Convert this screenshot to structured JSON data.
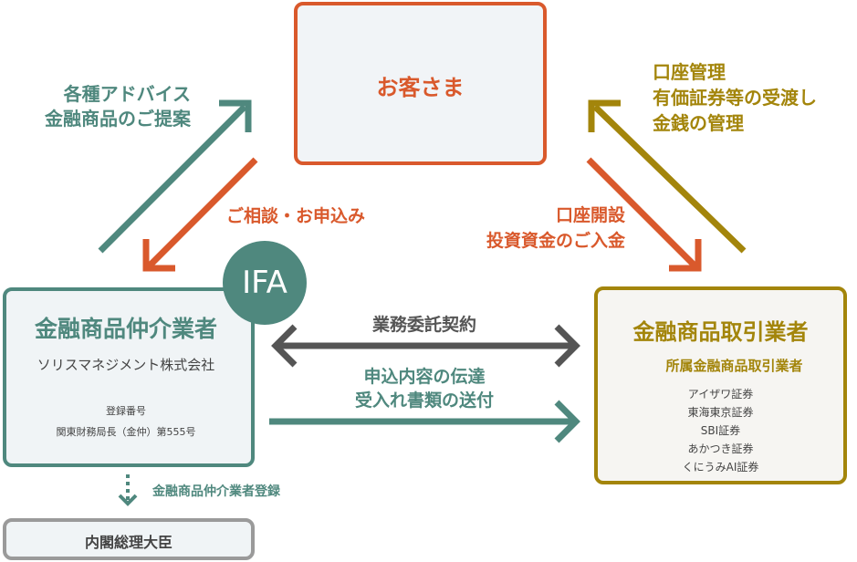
{
  "colors": {
    "teal": "#4f887e",
    "orange": "#d9592c",
    "olive": "#a3850b",
    "gray": "#555555"
  },
  "customer": {
    "title": "お客さま"
  },
  "ifa_box": {
    "badge": "IFA",
    "title": "金融商品仲介業者",
    "company": "ソリスマネジメント株式会社",
    "reg_label": "登録番号",
    "reg_number": "関東財務局長（金仲）第555号"
  },
  "broker_box": {
    "title": "金融商品取引業者",
    "subtitle": "所属金融商品取引業者",
    "firms": [
      "アイザワ証券",
      "東海東京証券",
      "SBI証券",
      "あかつき証券",
      "くにうみAI証券"
    ]
  },
  "minister_box": {
    "title": "内閣総理大臣"
  },
  "labels": {
    "advice": [
      "各種アドバイス",
      "金融商品のご提案"
    ],
    "consult": "ご相談・お申込み",
    "account_mgmt": [
      "口座管理",
      "有価証券等の受渡し",
      "金銭の管理"
    ],
    "account_open": [
      "口座開設",
      "投資資金のご入金"
    ],
    "outsourcing": "業務委託契約",
    "transmit": [
      "申込内容の伝達",
      "受入れ書類の送付"
    ],
    "registration": "金融商品仲介業者登録"
  }
}
